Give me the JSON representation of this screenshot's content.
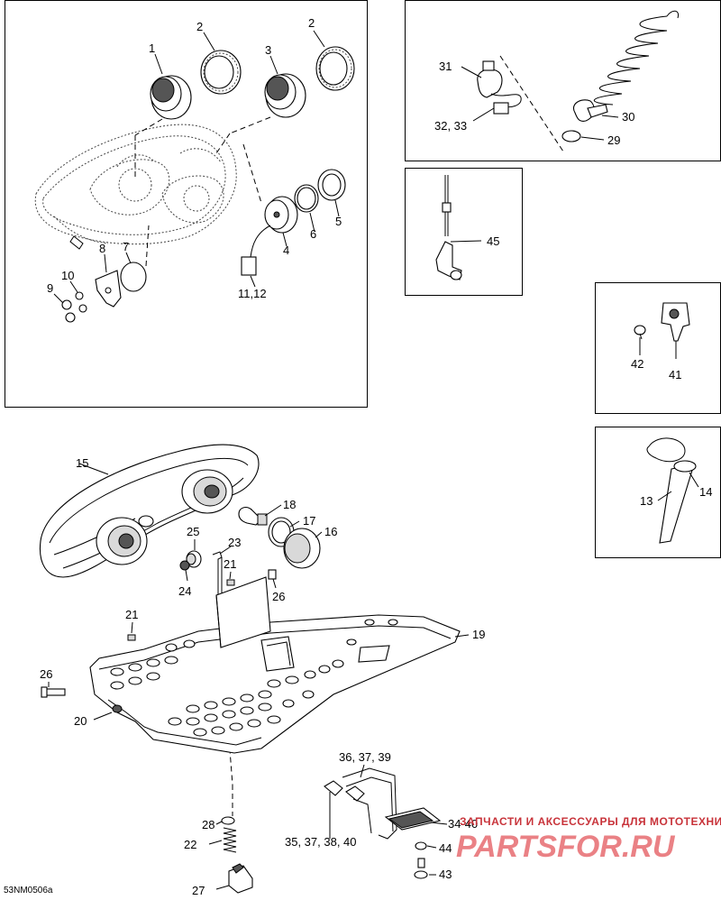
{
  "callouts": {
    "c1": "1",
    "c2a": "2",
    "c2b": "2",
    "c3": "3",
    "c4": "4",
    "c5": "5",
    "c6": "6",
    "c7": "7",
    "c8": "8",
    "c9": "9",
    "c10": "10",
    "c1112": "11,12",
    "c31": "31",
    "c3233": "32, 33",
    "c30": "30",
    "c29": "29",
    "c45": "45",
    "c42": "42",
    "c41": "41",
    "c13": "13",
    "c14": "14",
    "c15": "15",
    "c18": "18",
    "c17": "17",
    "c16": "16",
    "c25": "25",
    "c23": "23",
    "c21a": "21",
    "c24": "24",
    "c26a": "26",
    "c21b": "21",
    "c19": "19",
    "c26b": "26",
    "c20": "20",
    "c363739": "36, 37, 39",
    "c3440": "34-40",
    "c35373840": "35, 37, 38, 40",
    "c44": "44",
    "c28": "28",
    "c22": "22",
    "c43": "43",
    "c27": "27"
  },
  "figure_id": "53NM0506a",
  "watermark": {
    "tagline": "ЗАПЧАСТИ И АКСЕССУАРЫ ДЛЯ МОТОТЕХНИКИ",
    "logo": "PARTSFOR.RU"
  }
}
